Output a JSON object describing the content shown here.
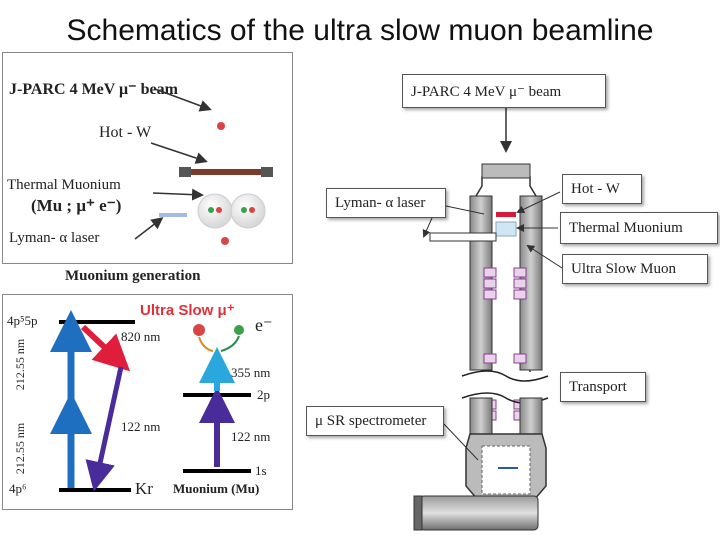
{
  "title": "Schematics of the ultra slow muon beamline",
  "generation_panel": {
    "beam_label": "J-PARC 4 MeV  μ⁻ beam",
    "hot_w": "Hot - W",
    "thermal_muonium": "Thermal Muonium",
    "mu_formula": "(Mu ;  μ⁺ e⁻)",
    "lyman_laser": "Lyman- α laser",
    "caption": "Muonium generation"
  },
  "level_panel": {
    "title": "Ultra Slow  μ⁺",
    "electron_label": "e⁻",
    "kr_upper_level": "4p⁵5p",
    "kr_ground_level": "4p⁶",
    "kr_label": "Kr",
    "transition_upper": "212.55 nm",
    "transition_lower": "212.55 nm",
    "wavelength_820": "820 nm",
    "wavelength_122_kr": "122 nm",
    "wavelength_355": "355 nm",
    "mu_2p": "2p",
    "wavelength_122_mu": "122 nm",
    "mu_1s": "1s",
    "muonium_label": "Muonium (Mu)"
  },
  "beamline": {
    "beam_label": "J-PARC 4 MeV  μ⁻ beam",
    "hot_w": "Hot - W",
    "lyman_laser": "Lyman- α laser",
    "thermal_muonium": "Thermal Muonium",
    "ultra_slow_muon": "Ultra Slow Muon",
    "transport": "Transport",
    "musr_spectrometer": "μ SR spectrometer"
  },
  "colors": {
    "arrow_blue": "#1f6fc1",
    "arrow_red": "#e01e3c",
    "arrow_purple": "#4a2b9a",
    "arrow_cyan": "#2aa7dd",
    "title_red": "#e0313a",
    "coil_purple": "#8a3d8e"
  }
}
